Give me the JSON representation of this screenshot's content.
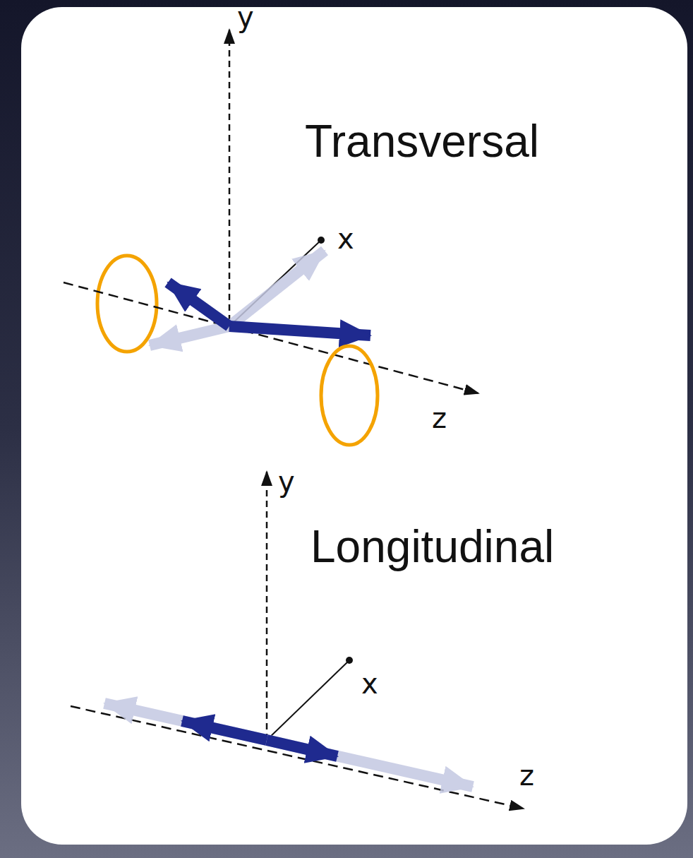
{
  "diagram": {
    "labels": [
      "y",
      "Transversal",
      "x",
      "z",
      "y",
      "Longitudinal",
      "x",
      "z"
    ]
  }
}
